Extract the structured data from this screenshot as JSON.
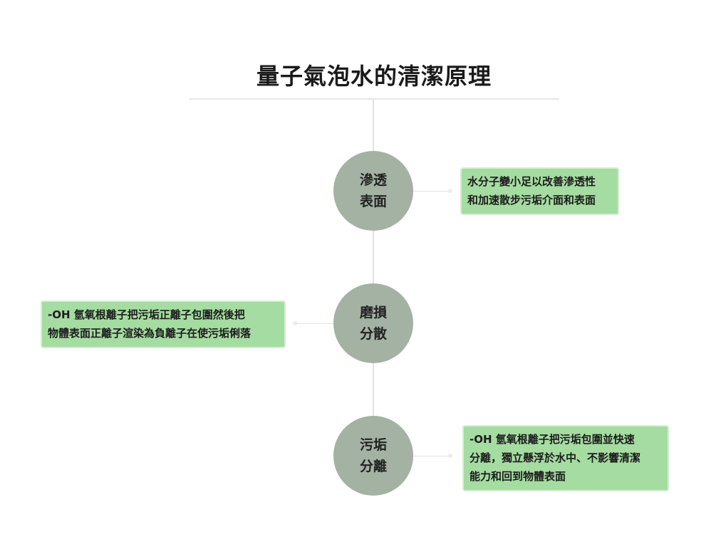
{
  "title": "量子氣泡水的清潔原理",
  "nodes": [
    {
      "lines": [
        "滲透",
        "表面"
      ],
      "desc": [
        "水分子變小足以改善滲透性",
        "和加速散步污垢介面和表面"
      ]
    },
    {
      "lines": [
        "磨損",
        "分散"
      ],
      "desc": [
        "-OH 氫氧根離子把污垢正離子包圍然後把",
        "物體表面正離子渲染為負離子在使污垢俐落"
      ]
    },
    {
      "lines": [
        "污垢",
        "分離"
      ],
      "desc": [
        "-OH 氫氧根離子把污垢包圍並快速",
        "分離，獨立懸浮於水中、不影響清潔",
        "能力和回到物體表面"
      ]
    }
  ],
  "colors": {
    "node_fill": "#a3b2a3",
    "box_fill": "#a5dca1",
    "line": "#e3e3e3"
  }
}
